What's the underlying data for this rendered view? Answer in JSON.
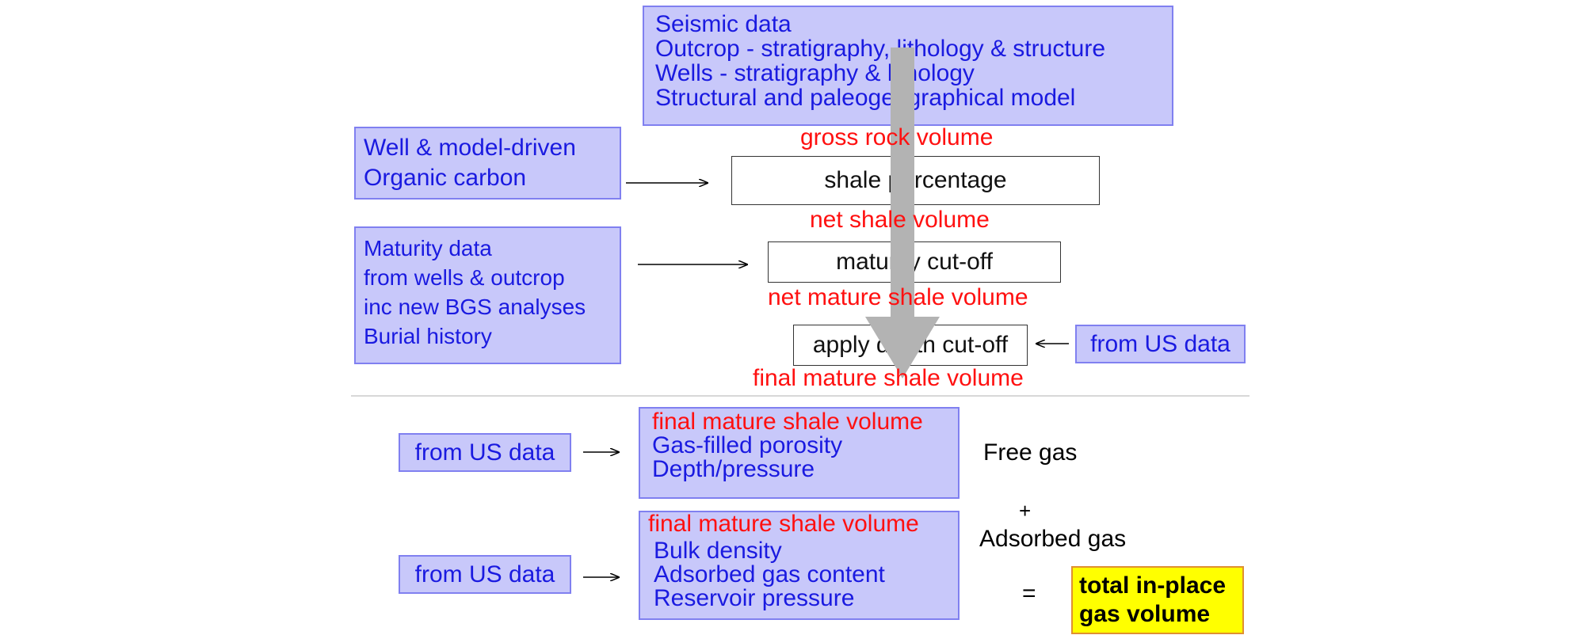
{
  "colors": {
    "box_fill": "#c8c8fa",
    "box_text": "#1a1ae0",
    "volume_text": "#ff1010",
    "result_fill": "#ffff00",
    "flow_arrow": "#b3b3b3"
  },
  "top_box": {
    "lines": [
      "Seismic data",
      "Outcrop - stratigraphy, lithology & structure",
      "Wells - stratigraphy & lithology",
      "Structural and paleogeographical model"
    ]
  },
  "volumes": {
    "gross": "gross rock volume",
    "net_shale": "net shale volume",
    "net_mature": "net mature shale volume",
    "final_mature": "final mature shale volume"
  },
  "steps": {
    "shale_percentage": "shale percentage",
    "maturity_cutoff": "maturity cut-off",
    "depth_cutoff": "apply depth cut-off"
  },
  "inputs": {
    "organic": [
      "Well & model-driven",
      "Organic carbon"
    ],
    "maturity": [
      "Maturity data",
      "from wells & outcrop",
      "inc new BGS analyses",
      "Burial history"
    ],
    "us_data": "from US data"
  },
  "free_gas_box": {
    "header": "final mature shale volume",
    "lines": [
      "Gas-filled porosity",
      "Depth/pressure"
    ]
  },
  "adsorbed_box": {
    "header": "final mature shale volume",
    "lines": [
      "Bulk density",
      "Adsorbed gas content",
      "Reservoir pressure"
    ]
  },
  "labels": {
    "free_gas": "Free gas",
    "plus": "+",
    "adsorbed_gas": "Adsorbed gas",
    "equals": "="
  },
  "result": {
    "lines": [
      "total in-place",
      "gas volume"
    ]
  }
}
